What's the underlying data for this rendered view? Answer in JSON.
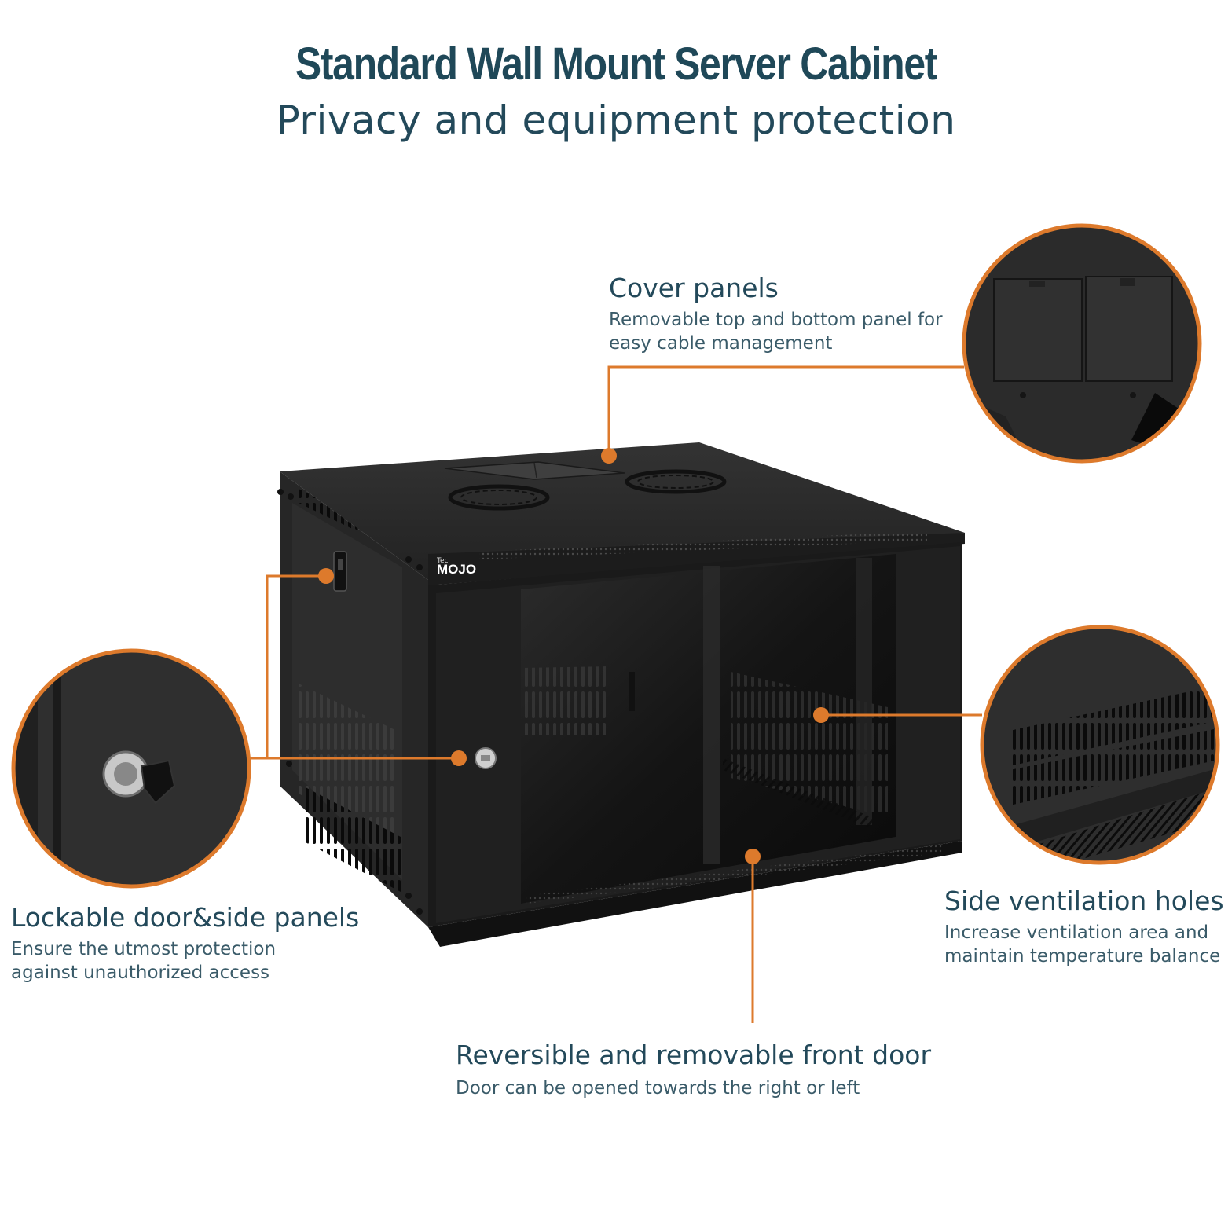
{
  "header": {
    "title": "Standard Wall Mount Server Cabinet",
    "subtitle": "Privacy and equipment protection"
  },
  "brand": {
    "logo_small": "Tec",
    "logo_large": "MOJO"
  },
  "features": {
    "cover_panels": {
      "title": "Cover panels",
      "desc_line1": "Removable top and bottom panel for",
      "desc_line2": "easy cable management"
    },
    "lockable": {
      "title": "Lockable door&side panels",
      "desc_line1": "Ensure the utmost protection",
      "desc_line2": "against unauthorized access"
    },
    "ventilation": {
      "title": "Side ventilation holes",
      "desc_line1": "Increase ventilation area and",
      "desc_line2": "maintain temperature balance"
    },
    "front_door": {
      "title": "Reversible and removable front door",
      "desc_line1": "Door can be opened towards the right or left"
    }
  },
  "colors": {
    "accent": "#dd7a2c",
    "heading": "#1f4858",
    "cabinet": "#1c1c1c"
  }
}
